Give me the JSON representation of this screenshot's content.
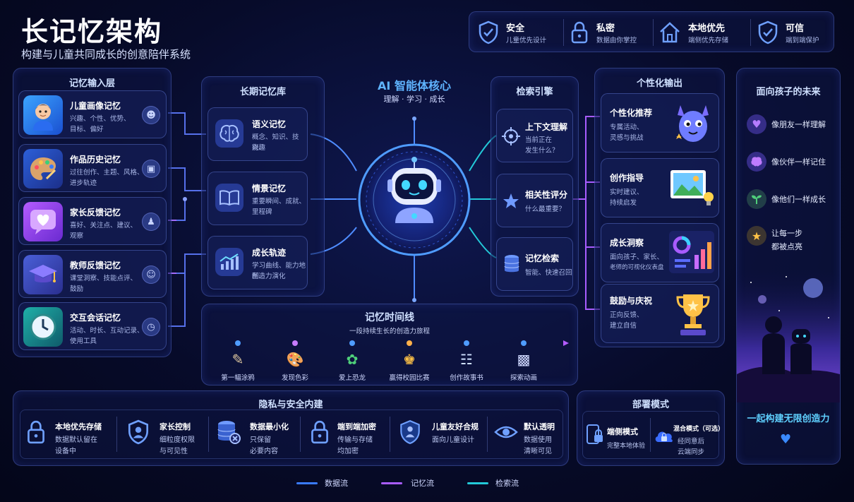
{
  "header": {
    "title": "长记忆架构",
    "subtitle": "构建与儿童共同成长的创意陪伴系统"
  },
  "badges": [
    {
      "title": "安全",
      "desc": "儿童优先设计"
    },
    {
      "title": "私密",
      "desc": "数据由你掌控"
    },
    {
      "title": "本地优先",
      "desc": "端侧优先存储"
    },
    {
      "title": "可信",
      "desc": "端到端保护"
    }
  ],
  "input_layer": {
    "title": "记忆输入层",
    "items": [
      {
        "title": "儿童画像记忆",
        "desc1": "兴趣、个性、优势、",
        "desc2": "目标、偏好"
      },
      {
        "title": "作品历史记忆",
        "desc1": "过往创作、主题、风格、",
        "desc2": "进步轨迹"
      },
      {
        "title": "家长反馈记忆",
        "desc1": "喜好、关注点、建议、",
        "desc2": "观察"
      },
      {
        "title": "教师反馈记忆",
        "desc1": "课堂洞察、技能点评、",
        "desc2": "鼓励"
      },
      {
        "title": "交互会话记忆",
        "desc1": "活动、时长、互动记录、",
        "desc2": "使用工具"
      }
    ]
  },
  "longterm": {
    "title": "长期记忆库",
    "items": [
      {
        "title": "语义记忆",
        "desc1": "概念、知识、技能、",
        "desc2": "兴趣"
      },
      {
        "title": "情景记忆",
        "desc1": "重要瞬间、成就、",
        "desc2": "里程碑"
      },
      {
        "title": "成长轨迹",
        "desc1": "学习曲线、能力地图、",
        "desc2": "创造力演化"
      }
    ]
  },
  "core": {
    "title": "AI 智能体核心",
    "subtitle": "理解 · 学习 · 成长"
  },
  "retrieval": {
    "title": "检索引擎",
    "items": [
      {
        "title": "上下文理解",
        "desc1": "当前正在",
        "desc2": "发生什么？"
      },
      {
        "title": "相关性评分",
        "desc1": "什么最重要？",
        "desc2": ""
      },
      {
        "title": "记忆检索",
        "desc1": "智能、快速召回",
        "desc2": ""
      }
    ]
  },
  "output": {
    "title": "个性化输出",
    "items": [
      {
        "title": "个性化推荐",
        "desc1": "专属活动、",
        "desc2": "灵感与挑战"
      },
      {
        "title": "创作指导",
        "desc1": "实时建议、",
        "desc2": "持续启发"
      },
      {
        "title": "成长洞察",
        "desc1": "面向孩子、家长、",
        "desc2": "老师的可视化仪表盘"
      },
      {
        "title": "鼓励与庆祝",
        "desc1": "正向反馈、",
        "desc2": "建立自信"
      }
    ]
  },
  "future": {
    "title": "面向孩子的未来",
    "items": [
      {
        "text1": "像朋友一样理解",
        "text2": ""
      },
      {
        "text1": "像伙伴一样记住",
        "text2": ""
      },
      {
        "text1": "像他们一样成长",
        "text2": ""
      },
      {
        "text1": "让每一步",
        "text2": "都被点亮"
      }
    ],
    "slogan": "一起构建无限创造力"
  },
  "timeline": {
    "title": "记忆时间线",
    "subtitle": "一段持续生长的创造力旅程",
    "events": [
      "第一幅涂鸦",
      "发现色彩",
      "爱上恐龙",
      "赢得校园比赛",
      "创作故事书",
      "探索动画"
    ]
  },
  "privacy": {
    "title": "隐私与安全内建",
    "items": [
      {
        "title": "本地优先存储",
        "desc1": "数据默认留在",
        "desc2": "设备中"
      },
      {
        "title": "家长控制",
        "desc1": "细粒度权限",
        "desc2": "与可见性"
      },
      {
        "title": "数据最小化",
        "desc1": "只保留",
        "desc2": "必要内容"
      },
      {
        "title": "端到端加密",
        "desc1": "传输与存储",
        "desc2": "均加密"
      },
      {
        "title": "儿童友好合规",
        "desc1": "面向儿童设计",
        "desc2": ""
      },
      {
        "title": "默认透明",
        "desc1": "数据使用",
        "desc2": "清晰可见"
      }
    ]
  },
  "deploy": {
    "title": "部署模式",
    "items": [
      {
        "title": "端侧模式",
        "desc1": "完整本地体验",
        "desc2": ""
      },
      {
        "title": "混合模式（可选）",
        "desc1": "经同意后",
        "desc2": "云端同步"
      }
    ]
  },
  "legend": [
    {
      "label": "数据流",
      "color": "#3a7bff"
    },
    {
      "label": "记忆流",
      "color": "#a85cff"
    },
    {
      "label": "检索流",
      "color": "#23c9d8"
    }
  ],
  "colors": {
    "accent": "#4f8cff",
    "purple": "#a85cff",
    "cyan": "#23c9d8",
    "gold": "#ffc247"
  }
}
